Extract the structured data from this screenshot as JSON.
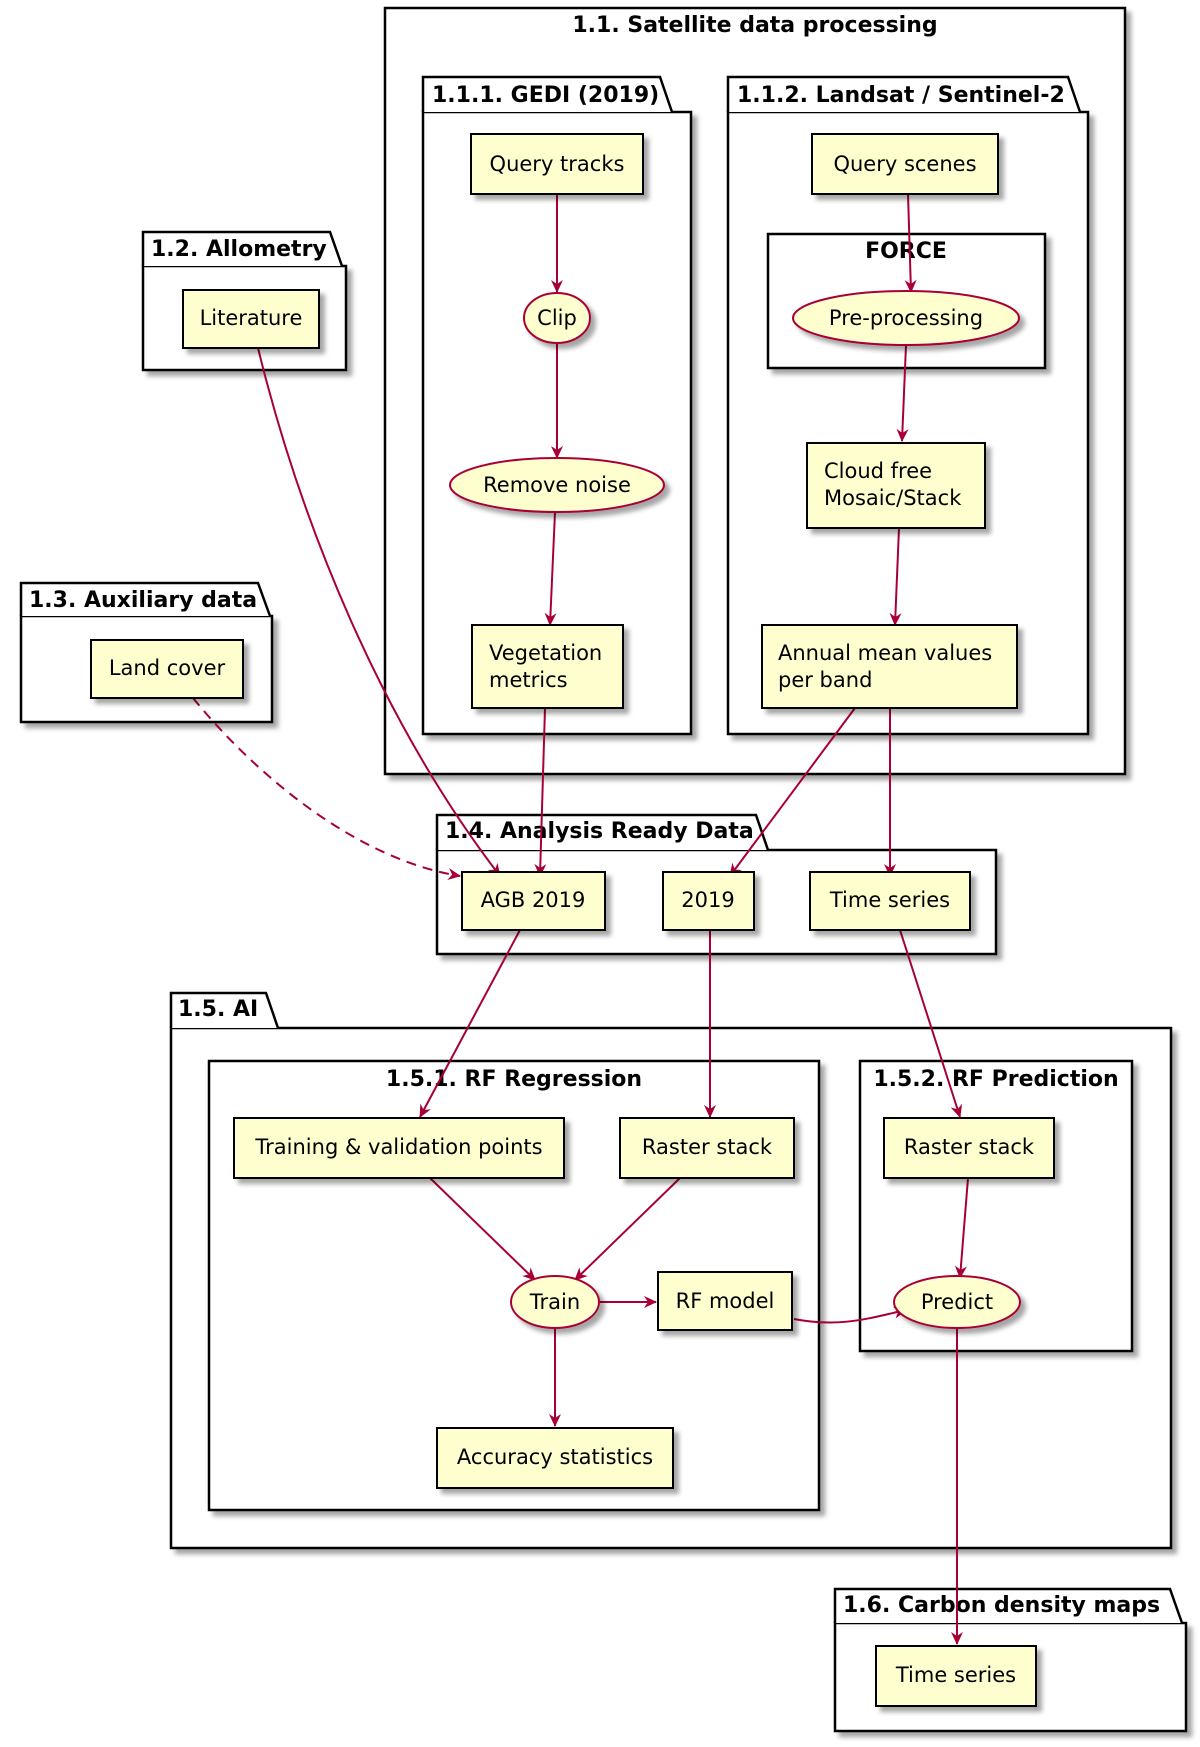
{
  "packages": {
    "satellite": "1.1. Satellite data processing",
    "gedi": "1.1.1. GEDI (2019)",
    "landsat": "1.1.2. Landsat / Sentinel-2",
    "force": "FORCE",
    "allometry": "1.2. Allometry",
    "auxiliary": "1.3. Auxiliary data",
    "ard": "1.4. Analysis Ready Data",
    "ai": "1.5. AI",
    "rf_regression": "1.5.1. RF Regression",
    "rf_prediction": "1.5.2. RF Prediction",
    "carbon": "1.6. Carbon density maps"
  },
  "nodes": {
    "query_tracks": "Query tracks",
    "clip": "Clip",
    "remove_noise": "Remove noise",
    "vegetation_metrics": [
      "Vegetation",
      "metrics"
    ],
    "query_scenes": "Query scenes",
    "pre_processing": "Pre-processing",
    "cloud_free": [
      "Cloud free",
      "Mosaic/Stack"
    ],
    "annual_mean": [
      "Annual mean values",
      "per band"
    ],
    "literature": "Literature",
    "land_cover": "Land cover",
    "agb_2019": "AGB 2019",
    "y2019": "2019",
    "time_series_ard": "Time series",
    "training_points": "Training & validation points",
    "raster_stack_reg": "Raster stack",
    "train": "Train",
    "rf_model": "RF model",
    "accuracy": "Accuracy statistics",
    "raster_stack_pred": "Raster stack",
    "predict": "Predict",
    "time_series_carbon": "Time series"
  },
  "colors": {
    "node_fill": "#FEFECE",
    "edge": "#A80036",
    "frame": "#000000"
  }
}
